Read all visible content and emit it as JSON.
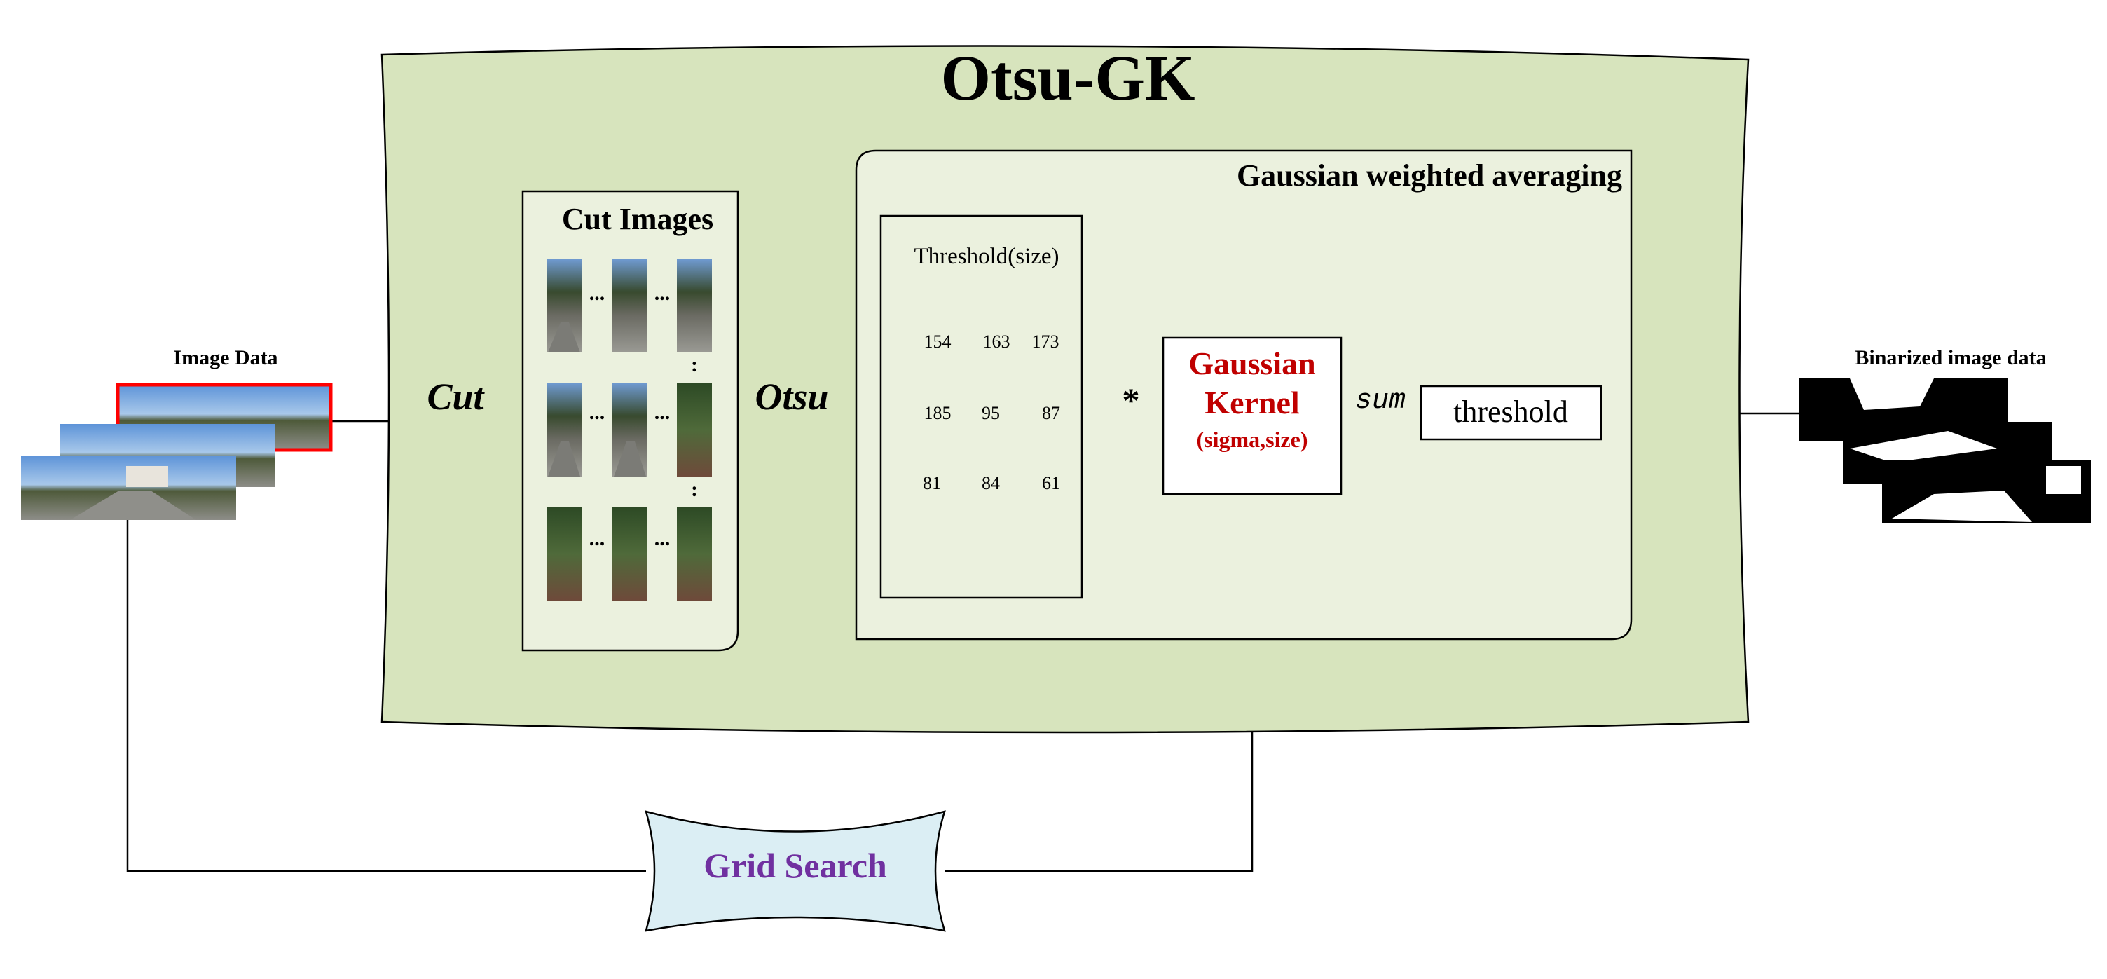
{
  "title": "Otsu-GK",
  "input": {
    "label": "Image Data"
  },
  "output": {
    "label": "Binarized image data"
  },
  "steps": {
    "cut": "Cut",
    "otsu": "Otsu",
    "conv": "*",
    "sum": "sum"
  },
  "cut_images": {
    "title": "Cut Images",
    "ellipsis": "...",
    "vellipsis": ":"
  },
  "gaussian_panel": {
    "title": "Gaussian weighted averaging",
    "matrix_title": "Threshold(size)",
    "matrix": [
      [
        "154",
        "163",
        "173"
      ],
      [
        "185",
        "95",
        "87"
      ],
      [
        "81",
        "84",
        "61"
      ]
    ]
  },
  "kernel": {
    "line1": "Gaussian",
    "line2": "Kernel",
    "params": "(sigma,size)"
  },
  "threshold_box": {
    "label": "threshold"
  },
  "grid_search": {
    "label": "Grid Search"
  },
  "colors": {
    "outer_fill": "#d7e4bd",
    "panel_fill": "#ebf1de",
    "kernel_text": "#c00000",
    "grid_text": "#7030a0",
    "grid_fill": "#dbeef4",
    "highlight": "#ff0000"
  }
}
